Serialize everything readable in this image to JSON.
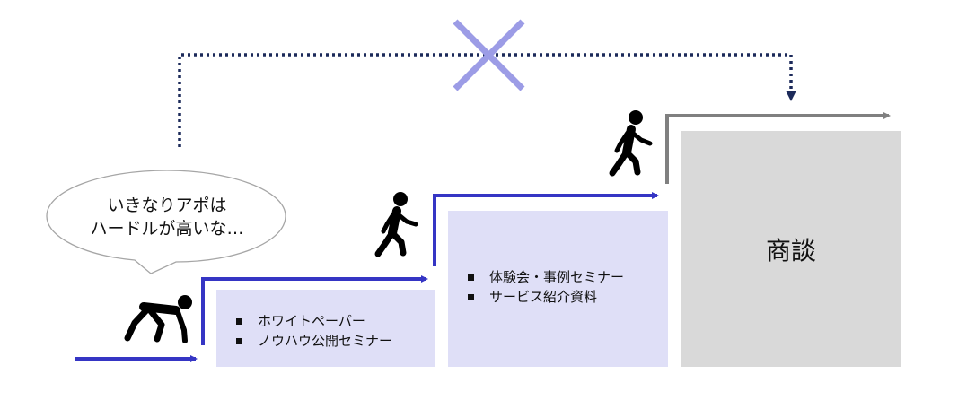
{
  "speech_bubble": {
    "line1": "いきなりアポは",
    "line2": "ハードルが高いな…"
  },
  "steps": [
    {
      "items": [
        "ホワイトペーパー",
        "ノウハウ公開セミナー"
      ]
    },
    {
      "items": [
        "体験会・事例セミナー",
        "サービス紹介資料"
      ]
    }
  ],
  "goal": {
    "label": "商談"
  },
  "colors": {
    "step_box": "#dfdff7",
    "goal_box": "#d9d9d9",
    "arrow_blue": "#3535c4",
    "arrow_gray": "#808080",
    "dotted_path": "#1c2a5a",
    "cross": "#9c9ce6"
  },
  "icons": [
    "crouching-start-person-icon",
    "walking-person-icon",
    "walking-person-icon",
    "cross-icon"
  ]
}
